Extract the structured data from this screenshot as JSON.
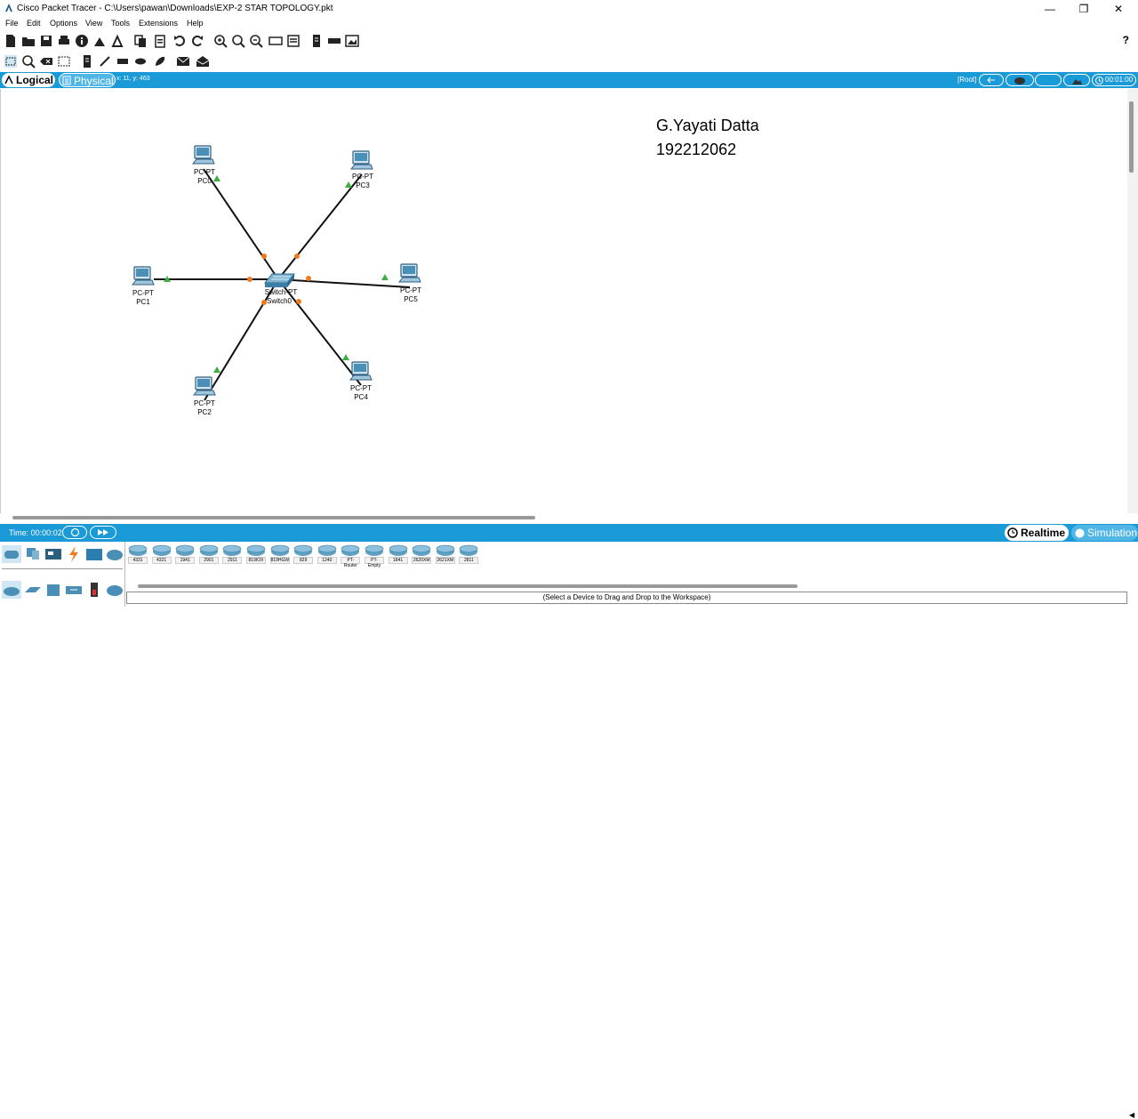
{
  "window": {
    "title": "Cisco Packet Tracer - C:\\Users\\pawan\\Downloads\\EXP-2 STAR TOPOLOGY.pkt",
    "minimize": "—",
    "restore": "❐",
    "close": "✕"
  },
  "menu": [
    "File",
    "Edit",
    "Options",
    "View",
    "Tools",
    "Extensions",
    "Help"
  ],
  "toolbar": {
    "help": "?"
  },
  "viewbar": {
    "logical": "Logical",
    "physical": "Physical",
    "coords": "x: 11, y: 463",
    "root": "[Root]",
    "clock": "00:01:00"
  },
  "annotation": {
    "name": "G.Yayati Datta",
    "id": "192212062"
  },
  "topology": {
    "switch": {
      "model": "Switch-PT",
      "name": "Switch0"
    },
    "pcs": [
      {
        "model": "PC-PT",
        "name": "PC0"
      },
      {
        "model": "PC-PT",
        "name": "PC1"
      },
      {
        "model": "PC-PT",
        "name": "PC2"
      },
      {
        "model": "PC-PT",
        "name": "PC3"
      },
      {
        "model": "PC-PT",
        "name": "PC4"
      },
      {
        "model": "PC-PT",
        "name": "PC5"
      }
    ],
    "link_color": "#111111",
    "up_color": "#3cb043",
    "port_color": "#f07a1a"
  },
  "timebar": {
    "time": "Time: 00:00:02",
    "realtime": "Realtime",
    "simulation": "Simulation"
  },
  "device_models": [
    "4331",
    "4321",
    "1941",
    "2901",
    "2911",
    "819IOX",
    "819HGW",
    "829",
    "1240",
    "PT-Router",
    "PT-Empty",
    "1841",
    "2620XM",
    "2621XM",
    "2811"
  ],
  "status": "(Select a Device to Drag and Drop to the Workspace)",
  "colors": {
    "accent": "#1a9ad6"
  }
}
